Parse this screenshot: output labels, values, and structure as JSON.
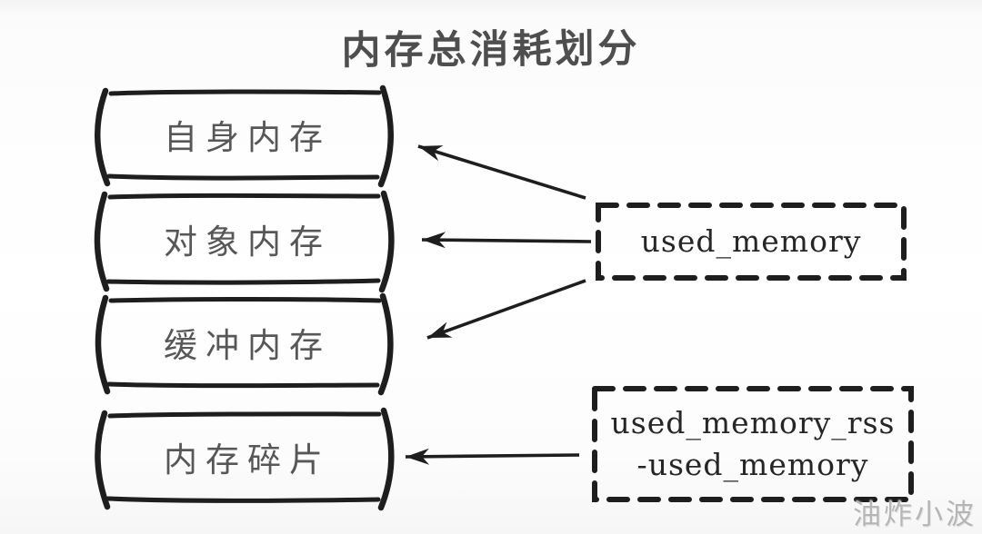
{
  "title": "内存总消耗划分",
  "left_boxes": [
    {
      "label": "自身内存"
    },
    {
      "label": "对象内存"
    },
    {
      "label": "缓冲内存"
    },
    {
      "label": "内存碎片"
    }
  ],
  "right_boxes": [
    {
      "line1": "used_memory"
    },
    {
      "line1": "used_memory_rss",
      "line2": "-used_memory"
    }
  ],
  "edges": [
    {
      "from": "used_memory",
      "to": "自身内存"
    },
    {
      "from": "used_memory",
      "to": "对象内存"
    },
    {
      "from": "used_memory",
      "to": "缓冲内存"
    },
    {
      "from": "used_memory_rss-used_memory",
      "to": "内存碎片"
    }
  ],
  "watermark": "油炸小波",
  "colors": {
    "ink": "#1e1e1e",
    "hand_text": "#575757",
    "code_text": "#262626",
    "background": "#fdfdfd",
    "watermark": "#b5b5b5"
  }
}
